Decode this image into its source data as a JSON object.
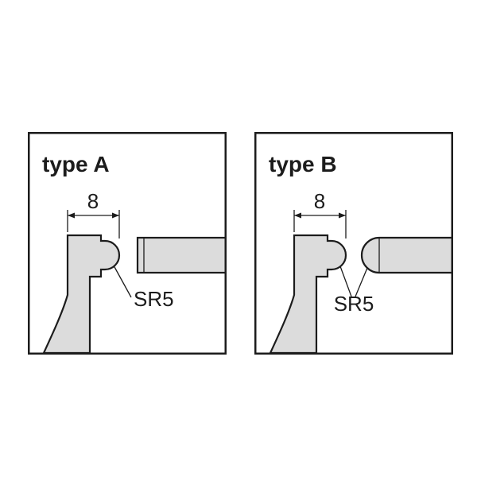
{
  "figure": {
    "background_color": "#ffffff",
    "line_color": "#1c1c1c",
    "part_fill_color": "#dcdcdc"
  },
  "panels": [
    {
      "title": "type A",
      "dimension_label": "8",
      "radius_label": "SR5"
    },
    {
      "title": "type B",
      "dimension_label": "8",
      "radius_label": "SR5"
    }
  ]
}
